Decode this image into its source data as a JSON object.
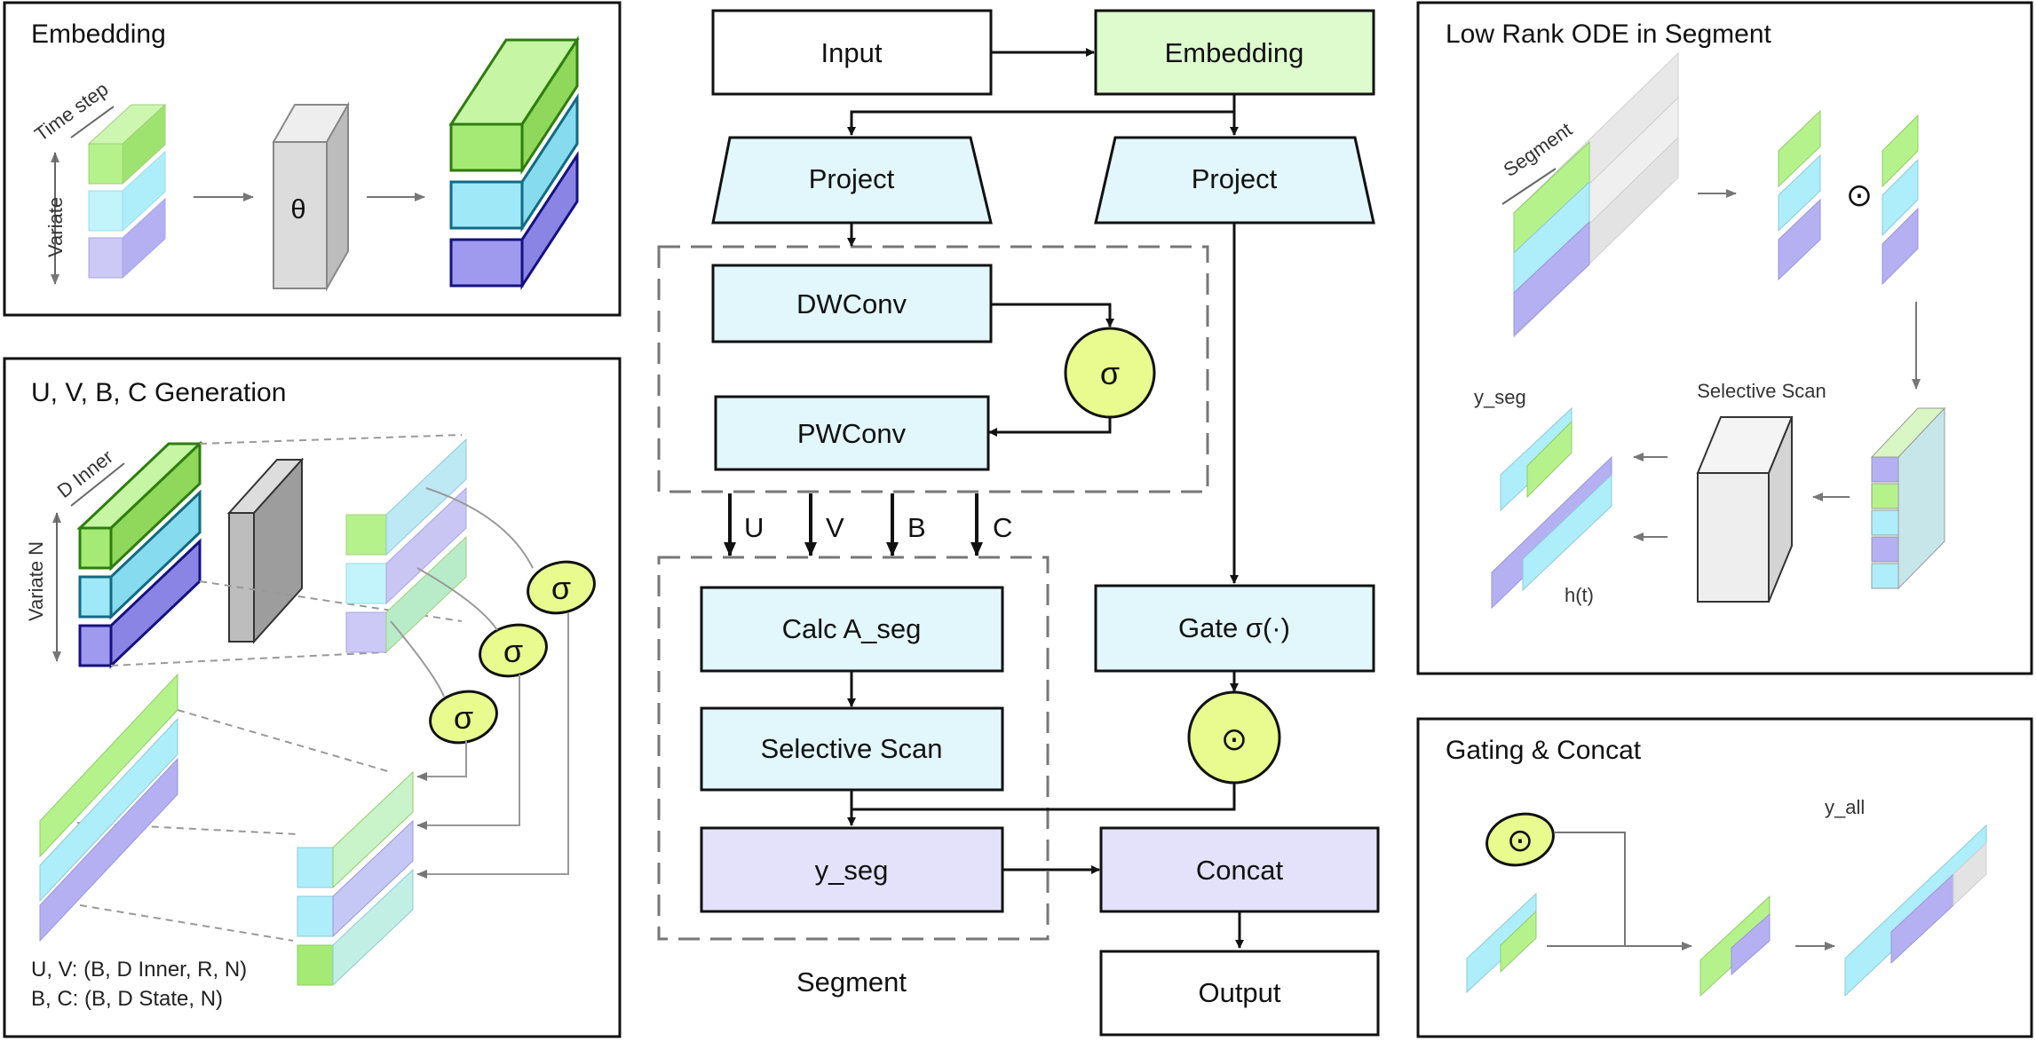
{
  "panels": {
    "embedding": {
      "title": "Embedding",
      "time_step": "Time step",
      "variate": "Variate",
      "theta": "θ"
    },
    "uvbc": {
      "title": "U, V, B, C Generation",
      "d_inner": "D Inner",
      "variate_n": "Variate N",
      "sigma": "σ",
      "shape_uv": "U, V: (B, D Inner, R, N)",
      "shape_bc": "B, C: (B, D State, N)"
    },
    "low_rank": {
      "title": "Low Rank ODE in Segment",
      "segment": "Segment",
      "odot": "⊙",
      "y_seg": "y_seg",
      "selective_scan": "Selective Scan",
      "h_t": "h(t)"
    },
    "gating": {
      "title": "Gating & Concat",
      "odot": "⊙",
      "y_all": "y_all"
    }
  },
  "flow": {
    "input": "Input",
    "embedding": "Embedding",
    "project_left": "Project",
    "project_right": "Project",
    "dwconv": "DWConv",
    "sigma": "σ",
    "pwconv": "PWConv",
    "labels": {
      "u": "U",
      "v": "V",
      "b": "B",
      "c": "C"
    },
    "calc_a_seg": "Calc A_seg",
    "selective_scan": "Selective Scan",
    "y_seg": "y_seg",
    "gate": "Gate σ(·)",
    "odot": "⊙",
    "concat": "Concat",
    "output": "Output",
    "segment_label": "Segment"
  },
  "colors": {
    "green": "#b6f28c",
    "green_dark": "#3f8a14",
    "cyan": "#aeeefa",
    "cyan_dark": "#1f7d96",
    "blue": "#b4b0f2",
    "blue_dark": "#1e1a8c",
    "embed_fill": "#ddfbcc",
    "proj_fill": "#e1f7fb",
    "yseg_fill": "#e4e2fb",
    "sigma_fill": "#e9fa8e",
    "gray": "#d6d6d6"
  }
}
